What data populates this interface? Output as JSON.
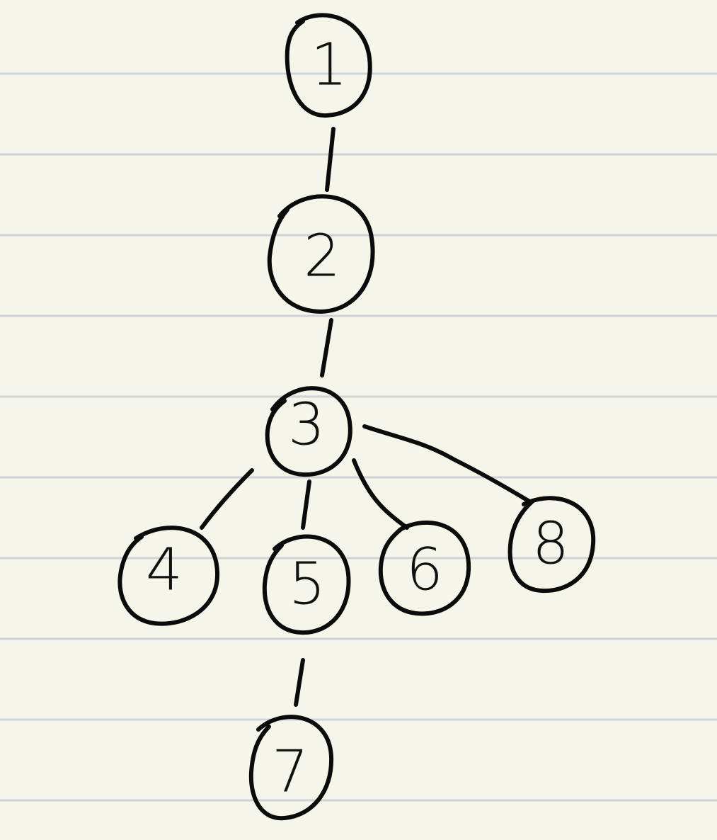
{
  "diagram": {
    "type": "tree",
    "ink_color": "#0b0b0b",
    "paper_color": "#f6f5ea",
    "rule_color": "#cfd2d6",
    "nodes": [
      {
        "id": "n1",
        "label": "1"
      },
      {
        "id": "n2",
        "label": "2"
      },
      {
        "id": "n3",
        "label": "3"
      },
      {
        "id": "n4",
        "label": "4"
      },
      {
        "id": "n5",
        "label": "5"
      },
      {
        "id": "n6",
        "label": "6"
      },
      {
        "id": "n7",
        "label": "7"
      },
      {
        "id": "n8",
        "label": "8"
      }
    ],
    "edges": [
      {
        "from": "n1",
        "to": "n2"
      },
      {
        "from": "n2",
        "to": "n3"
      },
      {
        "from": "n3",
        "to": "n4"
      },
      {
        "from": "n3",
        "to": "n5"
      },
      {
        "from": "n3",
        "to": "n6"
      },
      {
        "from": "n3",
        "to": "n8"
      },
      {
        "from": "n5",
        "to": "n7"
      }
    ]
  }
}
